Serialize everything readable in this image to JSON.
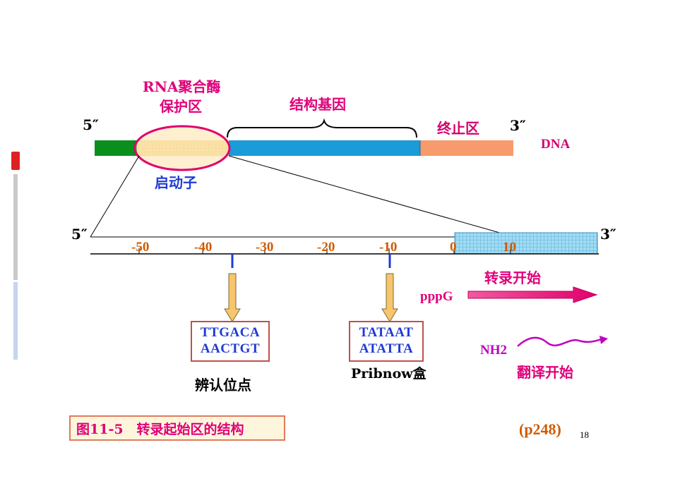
{
  "labels": {
    "rna_pol_line1": "RNA聚合酶",
    "rna_pol_line2": "保护区",
    "structural_gene": "结构基因",
    "terminator": "终止区",
    "promoter": "启动子",
    "dna": "DNA",
    "five_prime_top": "5″",
    "three_prime_top": "3″",
    "five_prime_bottom": "5″",
    "three_prime_bottom": "3″",
    "transcription_start": "转录开始",
    "pppg": "pppG",
    "nh2": "NH2",
    "translation_start": "翻译开始",
    "recognition_site": "辨认位点",
    "pribnow_box": "Pribnow盒"
  },
  "scale_ticks": [
    "-50",
    "-40",
    "-30",
    "-20",
    "-10",
    "0",
    "10"
  ],
  "seq_minus35": {
    "line1": "TTGACA",
    "line2": "AACTGT"
  },
  "seq_minus10": {
    "line1": "TATAAT",
    "line2": "ATATTA"
  },
  "caption": "图11-5　转录起始区的结构",
  "page_ref": "(p248)",
  "slide_number": "18",
  "colors": {
    "promoter_green": "#0a8f1e",
    "gene_blue": "#1b9bd8",
    "terminator_orange": "#f79a6c",
    "magenta": "#e0007a",
    "dna_label": "#d4006e",
    "tick_orange": "#d05a00",
    "seq_blue": "#1f3bd6",
    "grid_cyan": "#8fd3f0"
  }
}
